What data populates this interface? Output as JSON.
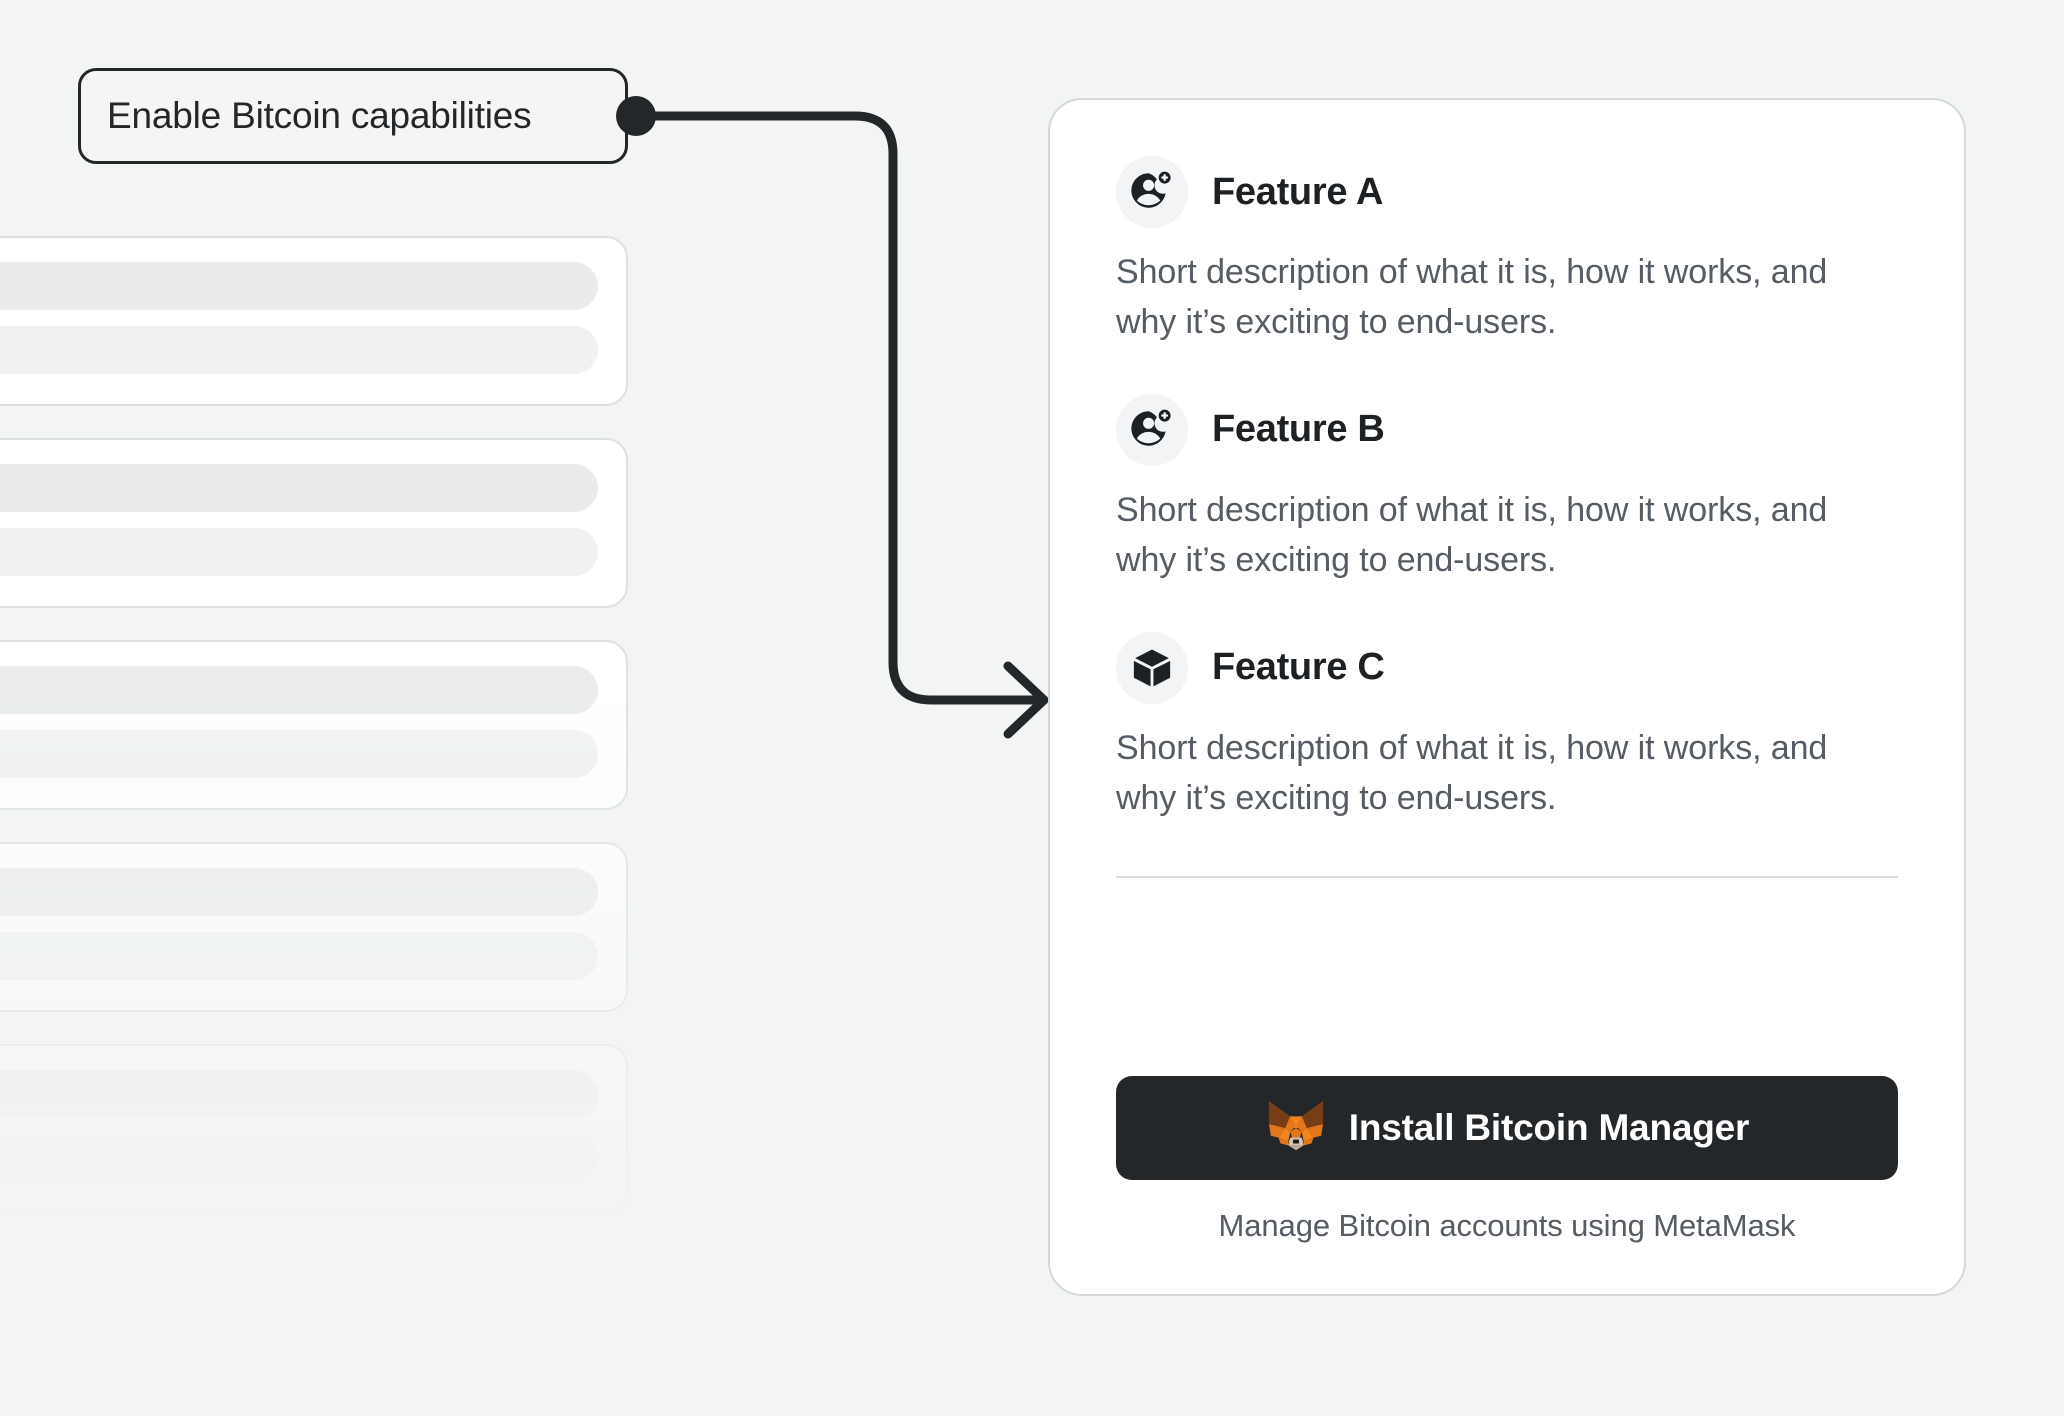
{
  "background_color": "#F3F4F4",
  "callout": {
    "label": "Enable Bitcoin capabilities",
    "border_color": "#24272A",
    "fill_color": "#F5F5F5",
    "connector": {
      "dot_color": "#24272A",
      "line_color": "#24272A",
      "arrowhead": "chevron-right"
    }
  },
  "skeleton": {
    "card_count": 5,
    "bars_per_card": 2,
    "card_background": "#FFFFFF",
    "card_border_color": "#DCDFE3",
    "bar_color_primary": "#E9EBED",
    "bar_color_secondary": "#EFF1F2"
  },
  "card": {
    "background_color": "#FFFFFF",
    "border_color": "#D3D8DC",
    "features": [
      {
        "icon": "user-plus-icon",
        "title": "Feature A",
        "description": "Short description of what it is, how it works, and why it’s exciting to end-users."
      },
      {
        "icon": "user-plus-icon",
        "title": "Feature B",
        "description": "Short description of what it is, how it works, and why it’s exciting to end-users."
      },
      {
        "icon": "cube-icon",
        "title": "Feature C",
        "description": "Short description of what it is, how it works, and why it’s exciting to end-users."
      }
    ],
    "footer": {
      "install_button": {
        "label": "Install Bitcoin Manager",
        "icon": "metamask-fox-icon",
        "background_color": "#24272A",
        "text_color": "#FFFFFF"
      },
      "caption": "Manage Bitcoin accounts using MetaMask"
    }
  }
}
